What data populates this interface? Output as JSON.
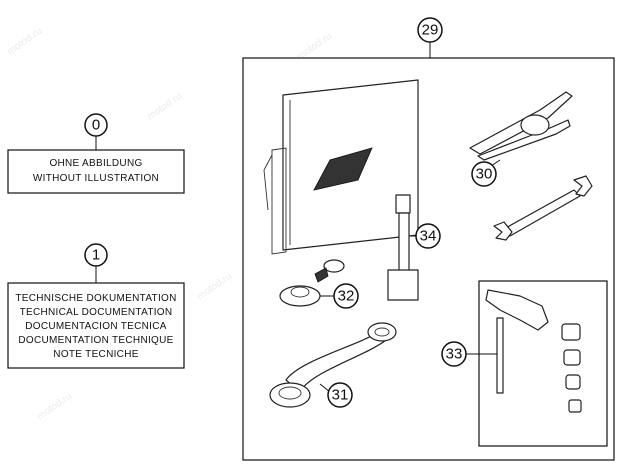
{
  "watermark": "motod.ru",
  "callouts": {
    "c0": "0",
    "c1": "1",
    "c29": "29",
    "c30": "30",
    "c31": "31",
    "c32": "32",
    "c33": "33",
    "c34": "34"
  },
  "boxes": {
    "no_illustration": [
      "OHNE ABBILDUNG",
      "WITHOUT ILLUSTRATION"
    ],
    "documentation": [
      "TECHNISCHE DOKUMENTATION",
      "TECHNICAL DOCUMENTATION",
      "DOCUMENTACION TECNICA",
      "DOCUMENTATION TECHNIQUE",
      "NOTE TECNICHE"
    ]
  }
}
